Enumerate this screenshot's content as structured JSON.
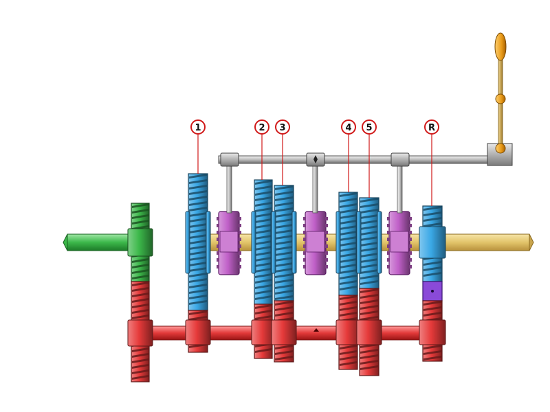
{
  "labels": {
    "first": "1",
    "second": "2",
    "third": "3",
    "fourth": "4",
    "fifth": "5",
    "reverse": "R"
  },
  "colors": {
    "main_gear": "#3aa8e6",
    "counter_gear": "#e63a3a",
    "input_gear": "#3cb84a",
    "collar": "#c060c8",
    "reverse_idler": "#8a4ad8",
    "main_shaft": "#e2c46a",
    "counter_shaft": "#e23a3a",
    "input_shaft": "#3cb84a",
    "selector_rail": "#c8c8c8",
    "lever_knob": "#e89a18",
    "label_circle": "#d01818"
  },
  "icons": {
    "input_gear": "input-gear-icon",
    "lever": "shift-lever-icon"
  }
}
